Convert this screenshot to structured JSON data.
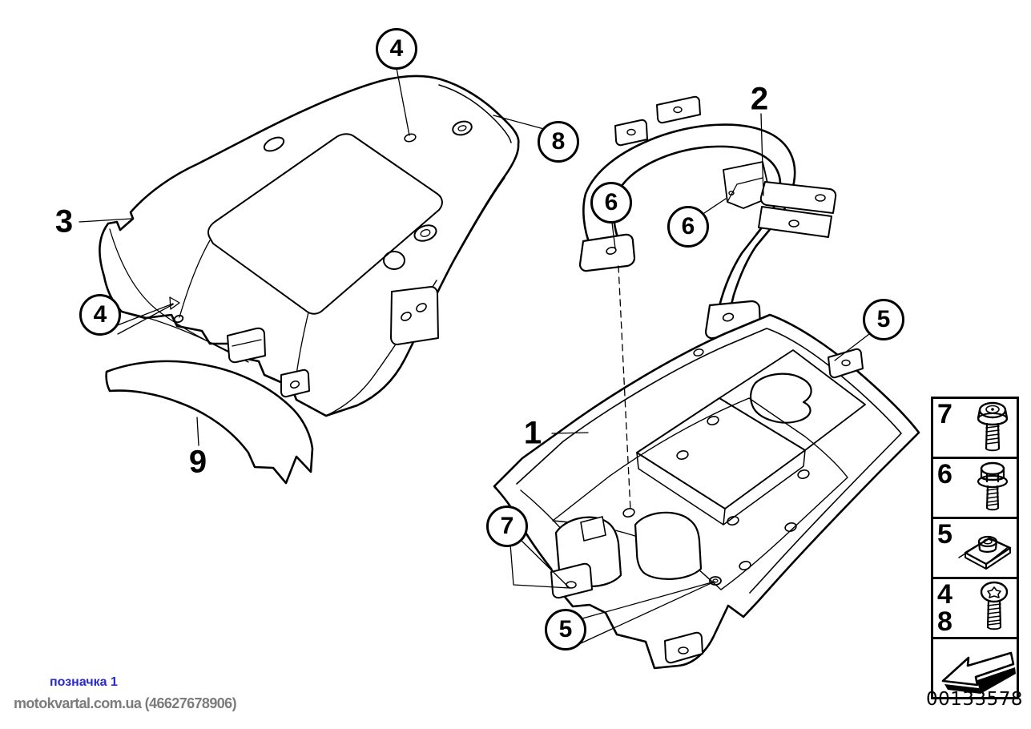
{
  "diagram": {
    "part_number": "00133578"
  },
  "callouts": [
    {
      "label": "4"
    },
    {
      "label": "8"
    },
    {
      "label": "6"
    },
    {
      "label": "6"
    },
    {
      "label": "4"
    },
    {
      "label": "5"
    },
    {
      "label": "7"
    },
    {
      "label": "5"
    }
  ],
  "labels": [
    {
      "label": "3"
    },
    {
      "label": "2"
    },
    {
      "label": "9"
    },
    {
      "label": "1"
    }
  ],
  "legend": {
    "rows": [
      {
        "label": "7",
        "icon": "flange-head-screw"
      },
      {
        "label": "6",
        "icon": "hex-flange-bolt"
      },
      {
        "label": "5",
        "icon": "clip-nut"
      },
      {
        "label": "4",
        "label2": "8",
        "icon": "torx-oval-screw"
      },
      {
        "label": "",
        "icon": "direction-arrow"
      }
    ]
  },
  "footer": {
    "link_text": "позначка 1",
    "watermark": "motokvartal.com.ua (46627678906)"
  },
  "colors": {
    "line": "#000000",
    "link": "#2a2acc",
    "watermark": "#7c7c7c"
  }
}
